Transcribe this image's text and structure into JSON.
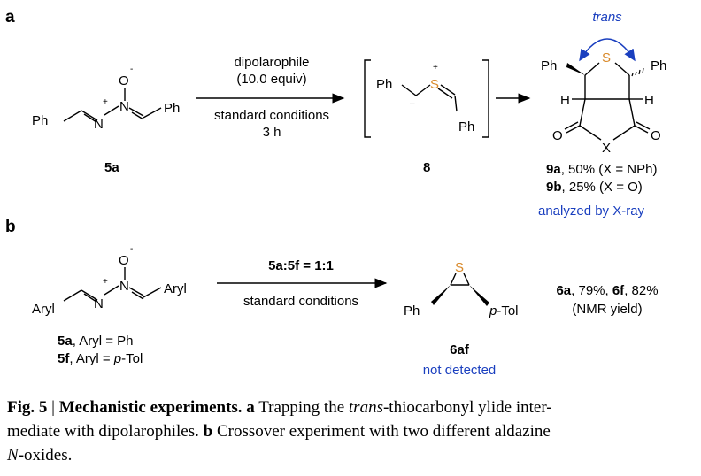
{
  "panel_a": {
    "label": "a",
    "reactant": {
      "id": "5a",
      "ph_left": "Ph",
      "ph_right": "Ph",
      "n1": "N",
      "n2": "N",
      "o": "O",
      "plus": "+",
      "minus": "-"
    },
    "arrow_top_line1": "dipolarophile",
    "arrow_top_line2": "(10.0 equiv)",
    "arrow_bottom_line1": "standard conditions",
    "arrow_bottom_line2": "3 h",
    "intermediate": {
      "id": "8",
      "ph_left": "Ph",
      "ph_bottom": "Ph",
      "s": "S",
      "plus": "+",
      "minus": "–"
    },
    "product": {
      "stereo_label": "trans",
      "ph_left": "Ph",
      "ph_right": "Ph",
      "s": "S",
      "h_left": "H",
      "h_right": "H",
      "o_left": "O",
      "o_right": "O",
      "x": "X",
      "line1_id": "9a",
      "line1_rest": ", 50% (X = NPh)",
      "line2_id": "9b",
      "line2_rest": ", 25% (X = O)",
      "note": "analyzed by X-ray"
    }
  },
  "panel_b": {
    "label": "b",
    "reactant": {
      "aryl_left": "Aryl",
      "aryl_right": "Aryl",
      "n1": "N",
      "n2": "N",
      "o": "O",
      "plus": "+",
      "minus": "-",
      "line1_id": "5a",
      "line1_rest": ", Aryl = Ph",
      "line2_id": "5f",
      "line2_rest": ", Aryl = ",
      "line2_italic": "p",
      "line2_tail": "-Tol"
    },
    "arrow_top": "5a:5f = 1:1",
    "arrow_bottom": "standard conditions",
    "product": {
      "s": "S",
      "ph": "Ph",
      "tol_italic": "p",
      "tol_rest": "-Tol",
      "id": "6af",
      "note": "not detected"
    },
    "yield_line1_a": "6a",
    "yield_line1_b": ", 79%, ",
    "yield_line1_c": "6f",
    "yield_line1_d": ", 82%",
    "yield_line2": "(NMR yield)"
  },
  "caption": {
    "fig": "Fig. 5",
    "sep": " | ",
    "title": "Mechanistic experiments.",
    "a": "a",
    "a_text1": " Trapping the ",
    "a_italic": "trans",
    "a_text2": "-thiocarbonyl ylide inter-",
    "line2": "mediate with dipolarophiles. ",
    "b": "b",
    "b_text": " Crossover experiment with two different aldazine",
    "line3_italic": "N",
    "line3": "-oxides."
  },
  "colors": {
    "blue": "#1a3fbf",
    "orange": "#d98a2b"
  }
}
